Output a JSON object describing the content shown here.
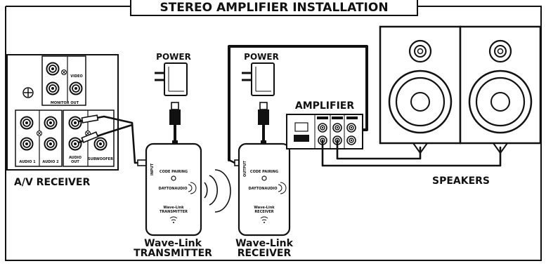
{
  "title": "STEREO AMPLIFIER INSTALLATION",
  "labels": {
    "av_receiver": "A/V RECEIVER",
    "amplifier": "AMPLIFIER",
    "speakers": "SPEAKERS",
    "power_left": "POWER",
    "power_right": "POWER",
    "transmitter_line1": "Wave-Link",
    "transmitter_line2": "TRANSMITTER",
    "receiver_line1": "Wave-Link",
    "receiver_line2": "RECEIVER"
  },
  "receiver_panel": {
    "monitor_out": "MONITOR OUT",
    "video": "VIDEO",
    "audio1": "AUDIO 1",
    "audio2": "AUDIO 2",
    "audio_out_line1": "AUDIO",
    "audio_out_line2": "OUT",
    "subwoofer": "SUBWOOFER"
  },
  "transmitter_device": {
    "port": "INPUT",
    "code_pairing": "CODE PAIRING",
    "brand": "DAYTONAUDIO",
    "model": "Wave-Link",
    "type": "TRANSMITTER"
  },
  "receiver_device": {
    "port": "OUTPUT",
    "code_pairing": "CODE PAIRING",
    "brand": "DAYTONAUDIO",
    "model": "Wave-Link",
    "type": "RECEIVER"
  },
  "colors": {
    "ink": "#111111",
    "panel": "#ffffff",
    "background": "#ffffff"
  },
  "icons": [
    "power-adapter-icon",
    "wireless-signal-icon",
    "rca-jack-icon",
    "speaker-cone-icon"
  ]
}
